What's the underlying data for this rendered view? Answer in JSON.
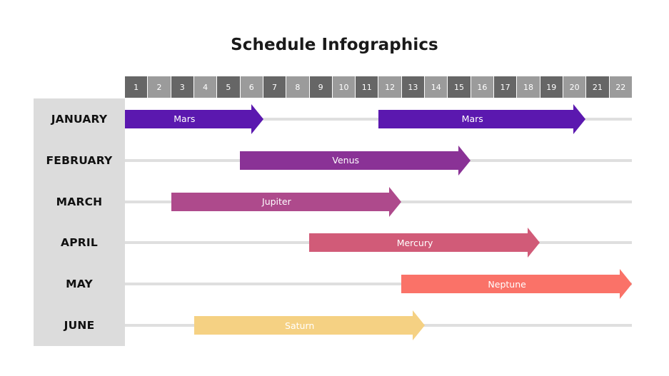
{
  "title": "Schedule Infographics",
  "units": {
    "start": 1,
    "end": 22,
    "labels": [
      "1",
      "2",
      "3",
      "4",
      "5",
      "6",
      "7",
      "8",
      "9",
      "10",
      "11",
      "12",
      "13",
      "14",
      "15",
      "16",
      "17",
      "18",
      "19",
      "20",
      "21",
      "22"
    ],
    "odd_color": "#666666",
    "even_color": "#9b9b9b"
  },
  "sidebar": {
    "background": "#dcdcdc",
    "months": [
      {
        "label": "JANUARY"
      },
      {
        "label": "FEBRUARY"
      },
      {
        "label": "MARCH"
      },
      {
        "label": "APRIL"
      },
      {
        "label": "MAY"
      },
      {
        "label": "JUNE"
      }
    ]
  },
  "track_color": "#dfdfdf",
  "chart_data": {
    "type": "bar",
    "title": "Schedule Infographics",
    "xlabel": "",
    "ylabel": "",
    "xlim": [
      1,
      23
    ],
    "grid": false,
    "legend": "none",
    "categories": [
      "JANUARY",
      "FEBRUARY",
      "MARCH",
      "APRIL",
      "MAY",
      "JUNE"
    ],
    "tasks": [
      {
        "row": "JANUARY",
        "label": "Mars",
        "start": 1,
        "end": 6,
        "color": "#5B18AF"
      },
      {
        "row": "JANUARY",
        "label": "Mars",
        "start": 12,
        "end": 20,
        "color": "#5B18AF"
      },
      {
        "row": "FEBRUARY",
        "label": "Venus",
        "start": 6,
        "end": 15,
        "color": "#8A3296"
      },
      {
        "row": "MARCH",
        "label": "Jupiter",
        "start": 3,
        "end": 12,
        "color": "#AE4A8C"
      },
      {
        "row": "APRIL",
        "label": "Mercury",
        "start": 9,
        "end": 18,
        "color": "#D15B78"
      },
      {
        "row": "MAY",
        "label": "Neptune",
        "start": 13,
        "end": 22,
        "color": "#FA7268"
      },
      {
        "row": "JUNE",
        "label": "Saturn",
        "start": 4,
        "end": 13,
        "color": "#F5D183"
      }
    ]
  }
}
